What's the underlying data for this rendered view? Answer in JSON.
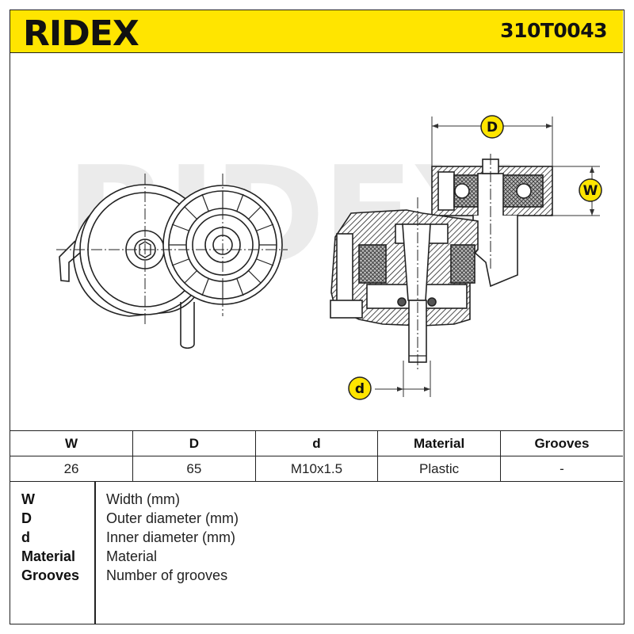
{
  "header": {
    "brand": "RIDEX",
    "part_number": "310T0043",
    "brand_color": "#ffe500"
  },
  "drawing": {
    "dimension_labels": [
      "D",
      "W",
      "d"
    ],
    "watermark": "RIDEX",
    "marker_color": "#ffe500"
  },
  "specs": {
    "headers": [
      "W",
      "D",
      "d",
      "Material",
      "Grooves"
    ],
    "values": [
      "26",
      "65",
      "M10x1.5",
      "Plastic",
      "-"
    ]
  },
  "legend": [
    {
      "key": "W",
      "desc": "Width (mm)"
    },
    {
      "key": "D",
      "desc": "Outer diameter (mm)"
    },
    {
      "key": "d",
      "desc": "Inner diameter (mm)"
    },
    {
      "key": "Material",
      "desc": "Material"
    },
    {
      "key": "Grooves",
      "desc": "Number of grooves"
    }
  ]
}
